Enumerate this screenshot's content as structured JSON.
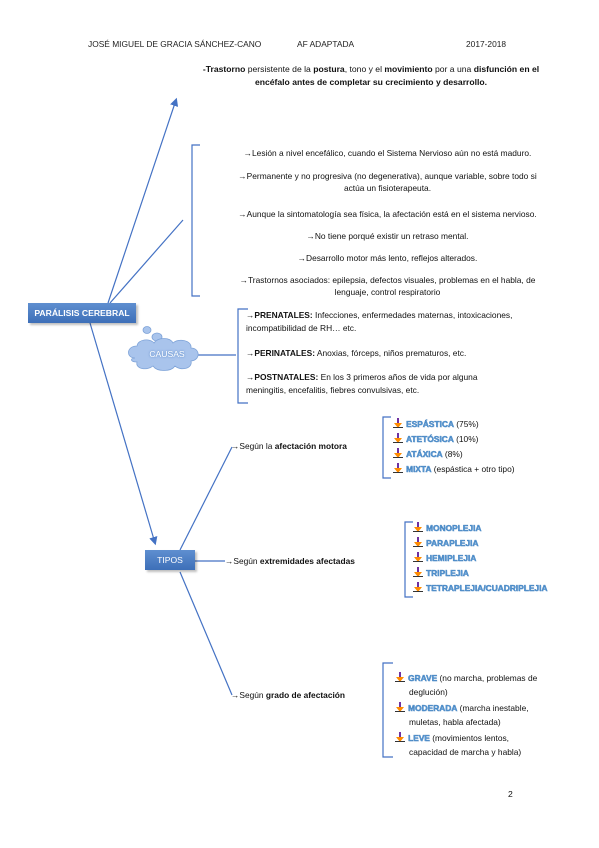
{
  "header": {
    "author": "JOSÉ MIGUEL DE GRACIA SÁNCHEZ-CANO",
    "course": "AF ADAPTADA",
    "year": "2017-2018"
  },
  "intro": {
    "p1_a": "-Trastorno ",
    "p1_b": "persistente de la ",
    "p1_c": "postura",
    "p1_d": ", tono y el ",
    "p1_e": "movimiento",
    "p1_f": " por a una ",
    "p1_g": "disfunción en el",
    "p2": "encéfalo antes de completar su crecimiento y desarrollo."
  },
  "central": {
    "label": "PARÁLISIS CEREBRAL"
  },
  "features": [
    "→Lesión a nivel encefálico, cuando el Sistema Nervioso aún no está maduro.",
    "→Permanente y no progresiva (no degenerativa), aunque variable, sobre todo si",
    "actúa un fisioterapeuta.",
    "→Aunque la sintomatología sea física, la afectación está en el sistema nervioso.",
    "→No tiene porqué existir un retraso mental.",
    "→Desarrollo motor más lento, reflejos alterados.",
    "→Trastornos asociados: epilepsia, defectos visuales, problemas en el habla, de",
    "lenguaje, control respiratorio"
  ],
  "causas": {
    "label": "CAUSAS",
    "prenatales_title": "→PRENATALES:",
    "prenatales_text": " Infecciones, enfermedades maternas, intoxicaciones,",
    "prenatales_text2": "incompatibilidad de RH… etc.",
    "perinatales_title": "→PERINATALES:",
    "perinatales_text": " Anoxias, fórceps, niños prematuros, etc.",
    "postnatales_title": "→POSTNATALES:",
    "postnatales_text": " En los 3 primeros años de vida por alguna",
    "postnatales_text2": "meningitis, encefalitis, fiebres convulsivas, etc."
  },
  "tipos": {
    "label": "TIPOS",
    "motora": {
      "prefix": "→Según la ",
      "bold": "afectación motora",
      "items": [
        {
          "name": "ESPÁSTICA",
          "detail": " (75%)"
        },
        {
          "name": "ATETÓSICA",
          "detail": " (10%)"
        },
        {
          "name": "ATÁXICA",
          "detail": " (8%)"
        },
        {
          "name": "MIXTA",
          "detail": " (espástica + otro tipo)"
        }
      ]
    },
    "extremidades": {
      "prefix": "→Según ",
      "bold": "extremidades afectadas",
      "items": [
        "MONOPLEJIA",
        "PARAPLEJIA",
        "HEMIPLEJIA",
        "TRIPLEJIA",
        "TETRAPLEJIA/CUADRIPLEJIA"
      ]
    },
    "grado": {
      "prefix": "→Según ",
      "bold": "grado de afectación",
      "items": [
        {
          "name": "GRAVE",
          "detail": " (no marcha, problemas de",
          "detail2": "deglución)"
        },
        {
          "name": "MODERADA",
          "detail": " (marcha inestable,",
          "detail2": "muletas, habla afectada)"
        },
        {
          "name": "LEVE",
          "detail": " (movimientos lentos,",
          "detail2": "capacidad de marcha y habla)"
        }
      ]
    }
  },
  "page_number": "2",
  "colors": {
    "line": "#4472c4",
    "box": "#4a7ec2",
    "highlight": "#5b9bd5",
    "cloud": "#a9c4ec"
  }
}
